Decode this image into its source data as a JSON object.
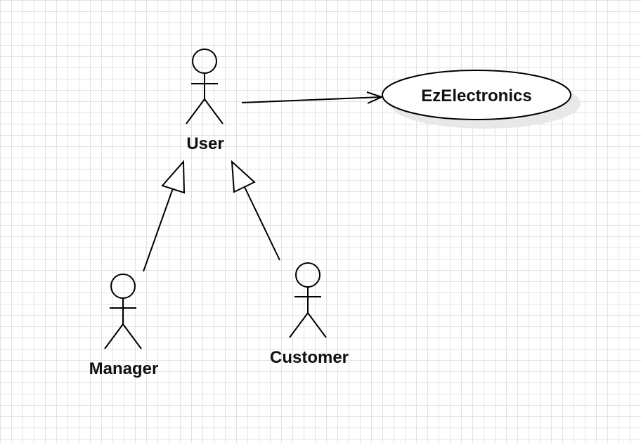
{
  "diagram": {
    "actors": {
      "user": "User",
      "manager": "Manager",
      "customer": "Customer"
    },
    "use_case": "EzElectronics"
  }
}
